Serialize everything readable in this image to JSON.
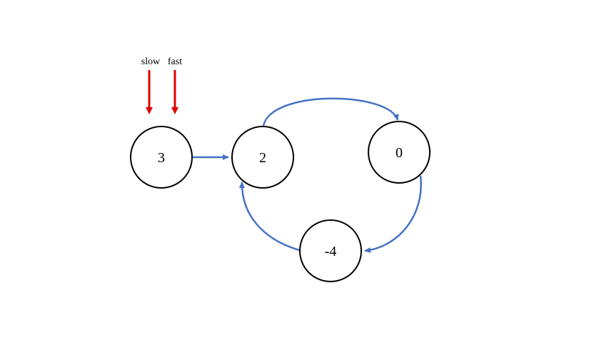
{
  "colors": {
    "edge": "#4472C4",
    "pointer": "#E00000",
    "node_stroke": "#000000",
    "node_fill": "#FFFFFF"
  },
  "nodes": [
    {
      "id": "n3",
      "value": "3"
    },
    {
      "id": "n2",
      "value": "2"
    },
    {
      "id": "n0",
      "value": "0"
    },
    {
      "id": "n-4",
      "value": "-4"
    }
  ],
  "edges": [
    {
      "from": "3",
      "to": "2"
    },
    {
      "from": "2",
      "to": "0"
    },
    {
      "from": "0",
      "to": "-4"
    },
    {
      "from": "-4",
      "to": "2"
    }
  ],
  "pointers": [
    {
      "label": "slow",
      "target": "3"
    },
    {
      "label": "fast",
      "target": "3"
    }
  ]
}
